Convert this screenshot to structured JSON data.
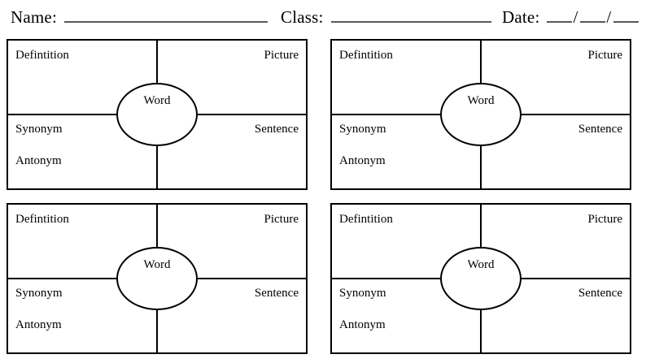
{
  "page": {
    "title": "Vocabulary Word Map Worksheet",
    "background_color": "#ffffff",
    "ink_color": "#000000",
    "rule_color": "#58585a"
  },
  "header": {
    "fields": [
      {
        "label": "Name:",
        "value": "",
        "blank_style": "single-long"
      },
      {
        "label": "Class:",
        "value": "",
        "blank_style": "single-medium"
      },
      {
        "label": "Date:",
        "value": "",
        "blank_style": "three-short-slashes"
      }
    ],
    "name_label": "Name:",
    "class_label": "Class:",
    "date_label": "Date:",
    "date_separator": "/"
  },
  "cards": [
    {
      "center_label": "Word",
      "quadrants": {
        "top_left": "Defintition",
        "top_right": "Picture",
        "bottom_left_primary": "Synonym",
        "bottom_left_secondary": "Antonym",
        "bottom_right": "Sentence"
      }
    },
    {
      "center_label": "Word",
      "quadrants": {
        "top_left": "Defintition",
        "top_right": "Picture",
        "bottom_left_primary": "Synonym",
        "bottom_left_secondary": "Antonym",
        "bottom_right": "Sentence"
      }
    },
    {
      "center_label": "Word",
      "quadrants": {
        "top_left": "Defintition",
        "top_right": "Picture",
        "bottom_left_primary": "Synonym",
        "bottom_left_secondary": "Antonym",
        "bottom_right": "Sentence"
      }
    },
    {
      "center_label": "Word",
      "quadrants": {
        "top_left": "Defintition",
        "top_right": "Picture",
        "bottom_left_primary": "Synonym",
        "bottom_left_secondary": "Antonym",
        "bottom_right": "Sentence"
      }
    }
  ]
}
